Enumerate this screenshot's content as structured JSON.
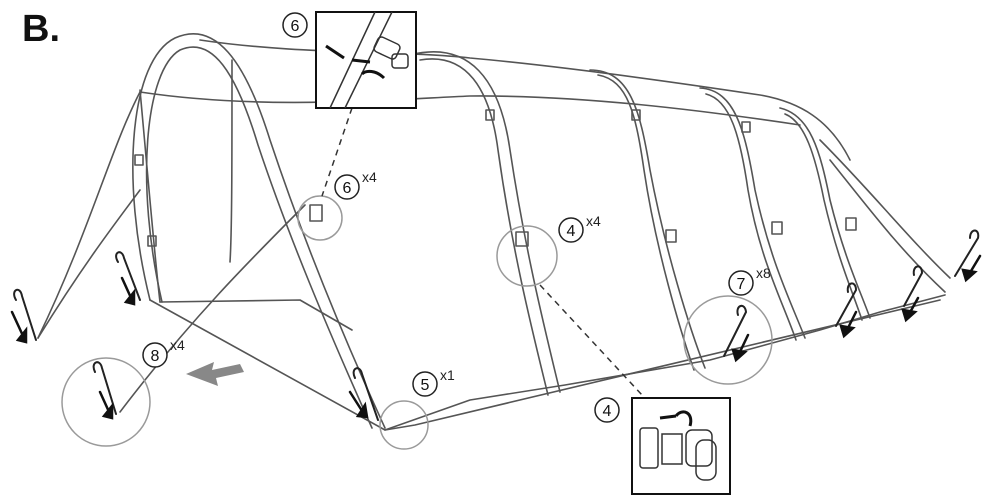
{
  "figure": {
    "title": "B.",
    "callouts": [
      {
        "id": "c6a",
        "num": "6",
        "qty": ""
      },
      {
        "id": "c6b",
        "num": "6",
        "qty": "x4"
      },
      {
        "id": "c4a",
        "num": "4",
        "qty": "x4"
      },
      {
        "id": "c7",
        "num": "7",
        "qty": "x8"
      },
      {
        "id": "c8",
        "num": "8",
        "qty": "x4"
      },
      {
        "id": "c5",
        "num": "5",
        "qty": "x1"
      },
      {
        "id": "c4b",
        "num": "4",
        "qty": ""
      }
    ]
  },
  "colors": {
    "line": "#555555",
    "dark": "#111111",
    "ring": "#9a9a9a",
    "arrow": "#888888"
  }
}
